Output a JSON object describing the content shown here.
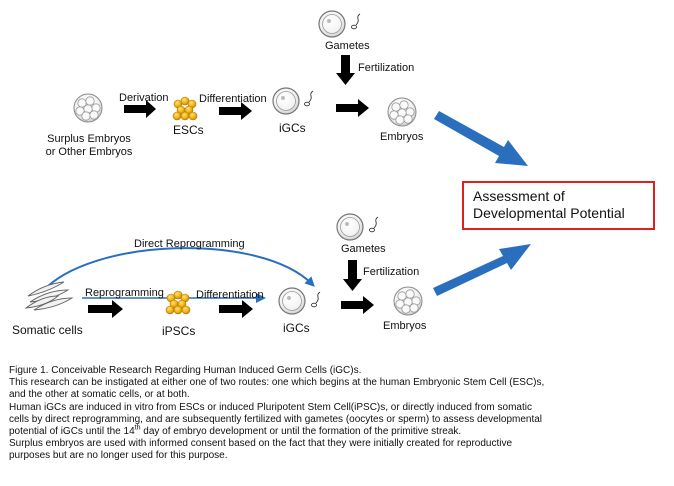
{
  "top_route": {
    "surplus_line1": "Surplus  Embryos",
    "surplus_line2": "or Other Embryos",
    "derivation": "Derivation",
    "escs": "ESCs",
    "differentiation": "Differentiation",
    "igcs": "iGCs",
    "gametes": "Gametes",
    "fertilization": "Fertilization",
    "embryos": "Embryos"
  },
  "bottom_route": {
    "direct_reprogramming": "Direct Reprogramming",
    "somatic_cells": "Somatic cells",
    "reprogramming": "Reprogramming",
    "ipscs": "iPSCs",
    "differentiation": "Differentiation",
    "igcs": "iGCs",
    "gametes": "Gametes",
    "fertilization": "Fertilization",
    "embryos": "Embryos"
  },
  "assessment": {
    "line1": "Assessment of",
    "line2": "Developmental Potential"
  },
  "caption": {
    "title": "Figure 1.    Conceivable Research Regarding  Human Induced Germ Cells (iGC)s.",
    "line1": "This research can be instigated at either one of  two routes: one which begins at the human Embryonic Stem Cell (ESC)s,",
    "line2": "and the other at somatic cells, or at both.",
    "line3": "Human iGCs are induced in vitro from ESCs or induced Pluripotent Stem Cell(iPSC)s,  or directly induced from somatic",
    "line4": "cells by direct reprogramming, and are subsequently fertilized with gametes (oocytes or sperm) to assess developmental",
    "line5_pre": "potential of iGCs until the 14",
    "line5_sup": "th",
    "line5_post": " day of embryo development or until the formation of the primitive streak.",
    "line6": "Surplus embryos are used with informed consent based on the fact that they were initially created for reproductive",
    "line7": "purposes but are no longer used for this purpose."
  },
  "colors": {
    "arrow_black": "#000000",
    "arrow_blue": "#2a6fbe",
    "box_border": "#e0201e",
    "esc_cluster": "#f2b416"
  }
}
